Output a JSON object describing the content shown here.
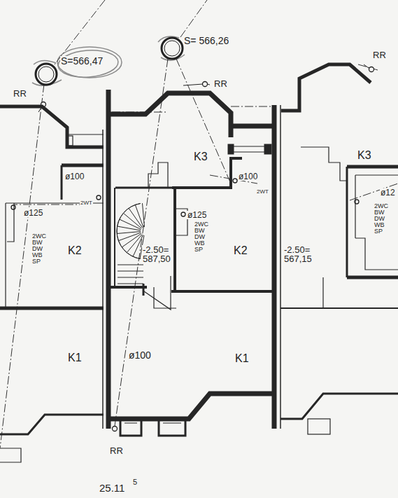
{
  "diagram": {
    "labels": [
      "S=566,47",
      "S= 566,26",
      "RR",
      "RR",
      "RR",
      "RR",
      "K3",
      "K3",
      "ø100",
      "2WT",
      "ø125",
      "2WC BW DW WB SP",
      "K2",
      "ø100",
      "2WT",
      "ø125",
      "2WC BW DW WB SP",
      "-2.50= 587,50",
      "K2",
      "-2.50= 567,15",
      "ø12",
      "2WC BW DW WB SP",
      "K1",
      "ø100",
      "K1",
      "25.11",
      "5"
    ]
  }
}
